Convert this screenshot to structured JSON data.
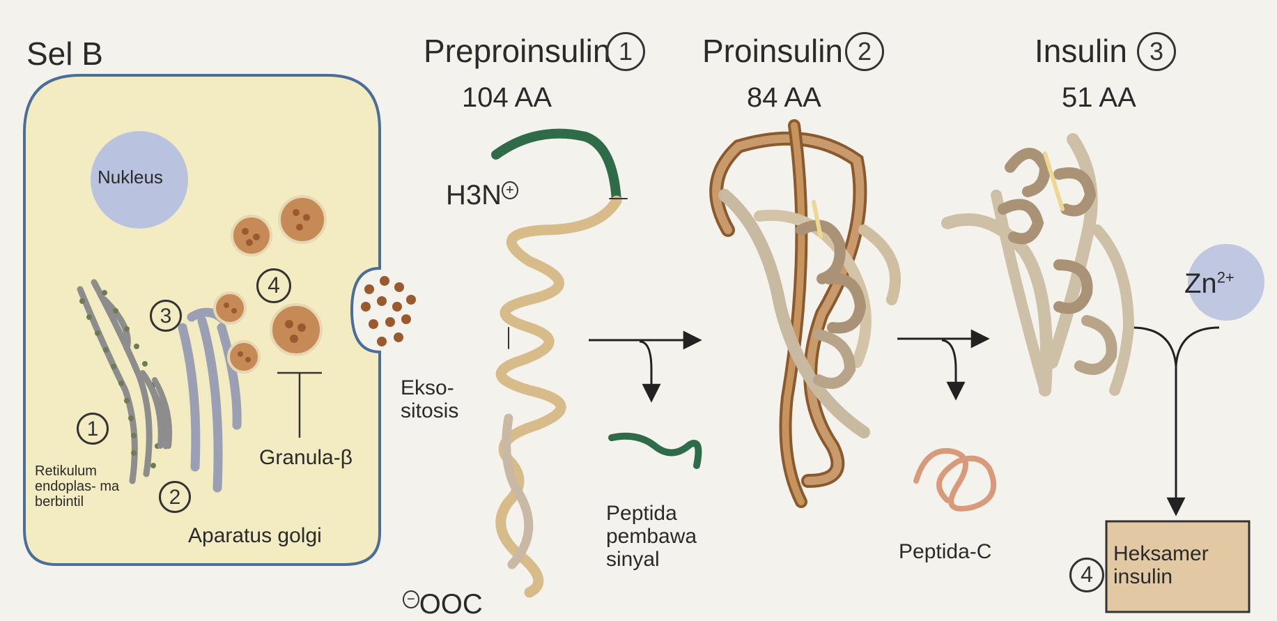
{
  "colors": {
    "cell_fill": "#f3ecc2",
    "cell_border": "#4b6d9a",
    "nucleus": "#b9c3df",
    "granule": "#c58a55",
    "chain_tan": "#c8aa80",
    "chain_dark": "#8a5a2e",
    "signal_green": "#2e6b48",
    "box_fill": "#e2c8a3"
  },
  "cell": {
    "title": "Sel B",
    "nucleus": "Nukleus",
    "er_label": "Retikulum endoplas- ma berbintil",
    "golgi_label": "Aparatus golgi",
    "granula_label": "Granula-β",
    "exo_label": "Ekso- sitosis",
    "markers": [
      "1",
      "2",
      "3",
      "4"
    ]
  },
  "stages": [
    {
      "name": "Preproinsulin",
      "num": "1",
      "aa": "104 AA"
    },
    {
      "name": "Proinsulin",
      "num": "2",
      "aa": "84 AA"
    },
    {
      "name": "Insulin",
      "num": "3",
      "aa": "51 AA"
    }
  ],
  "preproinsulin": {
    "n_term": "H3N",
    "n_charge": "+",
    "c_term": "OOC",
    "c_charge": "−"
  },
  "signal_peptide": "Peptida pembawa sinyal",
  "c_peptide": "Peptida-C",
  "zinc": {
    "symbol": "Zn",
    "charge": "2+"
  },
  "hexamer": {
    "num": "4",
    "label": "Heksamer insulin"
  }
}
